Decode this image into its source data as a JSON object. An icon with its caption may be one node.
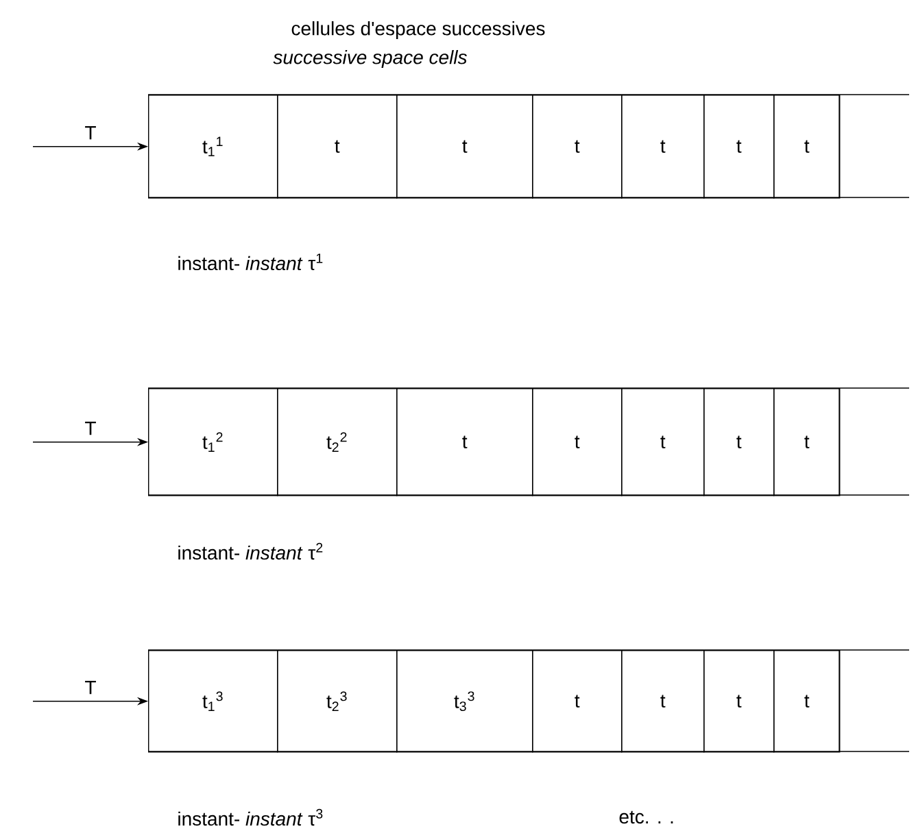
{
  "diagram": {
    "nodes": [
      {
        "text": [
          "t$_{1}$$^{1}$"
        ]
      },
      {
        "text": [
          "t"
        ]
      },
      {
        "text": [
          "t"
        ]
      },
      {
        "text": [
          "t"
        ]
      },
      {
        "text": [
          "t"
        ]
      },
      {
        "text": [
          "t"
        ]
      },
      {
        "text": [
          "t"
        ]
      },
      {
        "text": [
          "t$_{1}$$^{2}$"
        ]
      },
      {
        "text": [
          "t$_{2}$$^{2}$"
        ]
      },
      {
        "text": [
          "t"
        ]
      },
      {
        "text": [
          "t"
        ]
      },
      {
        "text": [
          "t"
        ]
      },
      {
        "text": [
          "t"
        ]
      },
      {
        "text": [
          "t"
        ]
      },
      {
        "text": [
          "t$_{1}$$^{3}$"
        ]
      },
      {
        "text": [
          "t$_{2}$$^{3}$"
        ]
      },
      {
        "text": [
          "t$_{3}$$^{3}$"
        ]
      },
      {
        "text": [
          "t"
        ]
      },
      {
        "text": [
          "t"
        ]
      },
      {
        "text": [
          "t"
        ]
      },
      {
        "text": [
          "t"
        ]
      }
    ],
    "edges": [
      {
        "from": null,
        "to": 0,
        "arrow": "to",
        "label": "T"
      },
      {
        "from": null,
        "to": 7,
        "arrow": "to",
        "label": "T"
      },
      {
        "from": null,
        "to": 14,
        "arrow": "to",
        "label": "T"
      }
    ],
    "labels": [
      "cellules d'espace successives",
      "successive space cells",
      "instant- *instant* τ$^{1}$",
      "instant- *instant* τ$^{2}$",
      "instant- *instant* τ$^{3}$",
      "etc. . ."
    ]
  }
}
